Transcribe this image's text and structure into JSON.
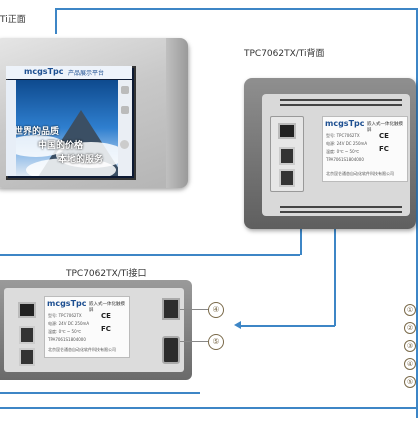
{
  "captions": {
    "front": "Ti正面",
    "back": "TPC7062TX/Ti背面",
    "interface": "TPC7062TX/Ti接口"
  },
  "front_screen": {
    "logo": "mcgsTpc",
    "header": "产品展示平台",
    "line1": "世界的品质",
    "line2": "中国的价格",
    "line3": "本地的服务"
  },
  "back_label": {
    "logo": "mcgsTpc",
    "product": "嵌入式一体化触摸屏",
    "model_row": "型号: TPC7062TX",
    "power_row": "电源: 24V DC 250mA",
    "temp_row": "温度: 0℃ ~ 50℃",
    "serial_row": "TPA7061S1804000",
    "ce_mark": "CE",
    "fc_mark": "FC",
    "company": "北京昆仑通态自动化软件科技有限公司"
  },
  "interface_markers": {
    "four": "④",
    "five": "⑤",
    "r1": "①",
    "r2": "②",
    "r3": "③",
    "r4": "④",
    "r5": "⑤"
  },
  "colors": {
    "connector_line": "#3d86c6",
    "bezel": "#c8c8c8",
    "back_frame": "#6f6f6f"
  }
}
